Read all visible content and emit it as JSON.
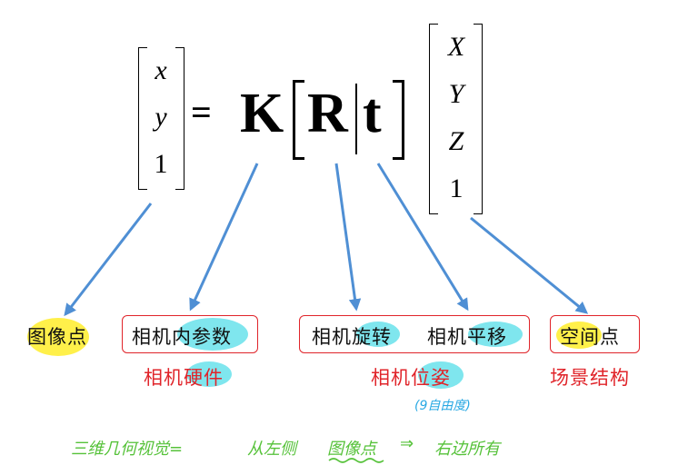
{
  "equation": {
    "image_vector": [
      "x",
      "y",
      "1"
    ],
    "equals": "=",
    "K": "K",
    "R": "R",
    "t": "t",
    "world_vector": [
      "X",
      "Y",
      "Z",
      "1"
    ]
  },
  "labels": {
    "image_point": "图像点",
    "intrinsics": "相机内参数",
    "intrinsics_note": "相机硬件",
    "rotation": "相机旋转",
    "translation": "相机平移",
    "pose_note": "相机位姿",
    "dof_note": "(9自由度)",
    "space_point": "空间点",
    "scene_note": "场景结构"
  },
  "handwriting": {
    "left": "三维几何视觉=",
    "right": "从左侧",
    "underlined": "图像点",
    "arrow": "⇒",
    "end": "右边所有"
  },
  "colors": {
    "arrow": "#4f8fd4",
    "box": "#e0242a",
    "cyan_highlight": "#7fe6ee",
    "yellow_highlight": "#fff04a",
    "handwriting_green": "#56c23a",
    "handwriting_blue": "#2aa9e3"
  }
}
